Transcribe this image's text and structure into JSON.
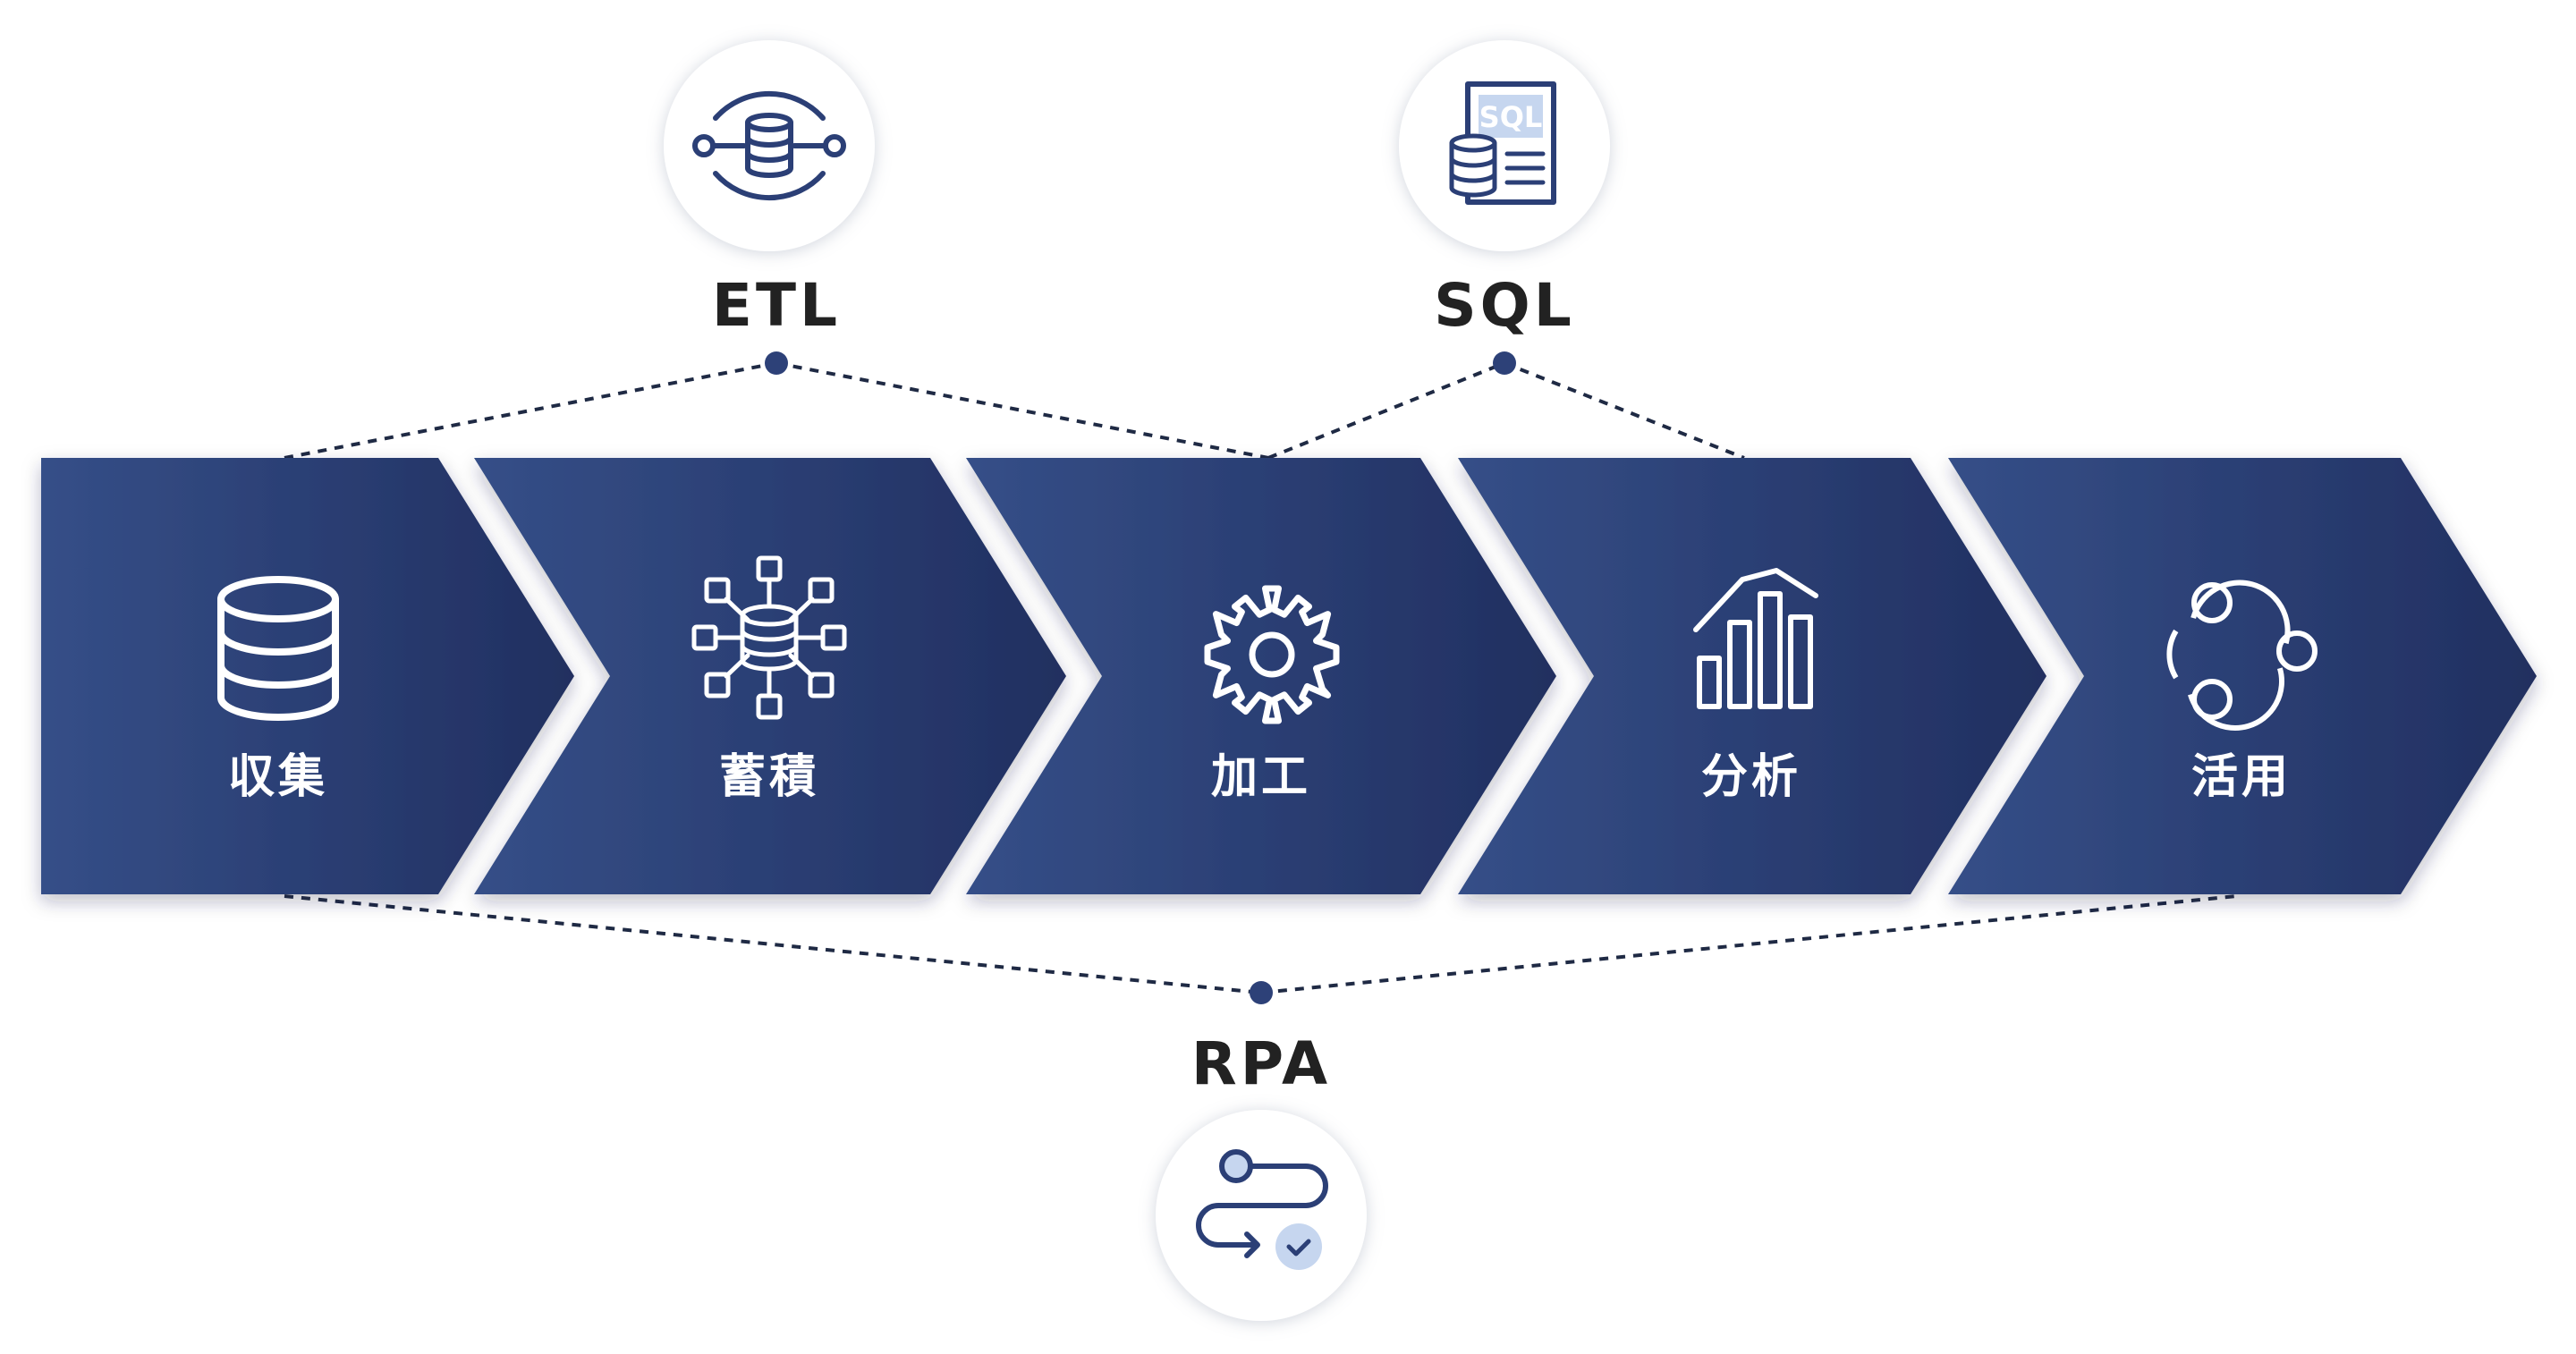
{
  "stages": [
    {
      "label": "収集",
      "icon": "database-icon"
    },
    {
      "label": "蓄積",
      "icon": "data-hub-icon"
    },
    {
      "label": "加工",
      "icon": "gear-icon"
    },
    {
      "label": "分析",
      "icon": "bar-chart-icon"
    },
    {
      "label": "活用",
      "icon": "share-network-icon"
    }
  ],
  "tools": {
    "etl": {
      "label": "ETL",
      "icon": "etl-pipeline-icon",
      "connects": [
        "収集",
        "加工"
      ]
    },
    "sql": {
      "label": "SQL",
      "icon": "sql-document-icon",
      "icon_text": "SQL",
      "connects": [
        "加工",
        "分析"
      ]
    },
    "rpa": {
      "label": "RPA",
      "icon": "rpa-flow-icon",
      "connects": [
        "収集",
        "活用"
      ]
    }
  },
  "colors": {
    "arrow_dark": "#212f60",
    "arrow_light": "#354f88",
    "icon_navy": "#2b3f76",
    "icon_light": "#c6d6ef",
    "connector": "#1f2a44",
    "dot": "#2d4178",
    "label_dark": "#222222"
  }
}
